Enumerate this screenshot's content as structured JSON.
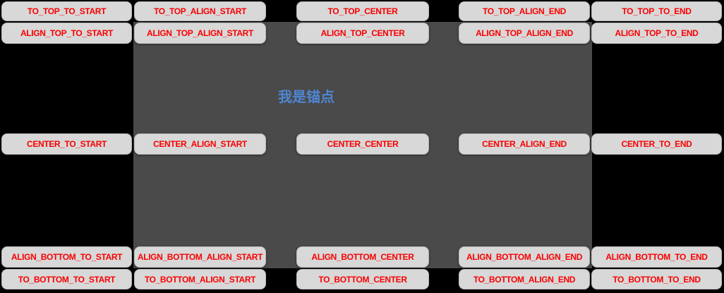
{
  "page": {
    "background": "#000000"
  },
  "anchor": {
    "label": "我是锚点",
    "label_color": "#4f86d3",
    "background": "#4a4a4a"
  },
  "buttons": {
    "text_color": "#fa0000",
    "background": "#d8d8d8",
    "rows": [
      {
        "placement": "to-top",
        "labels": [
          "TO_TOP_TO_START",
          "TO_TOP_ALIGN_START",
          "TO_TOP_CENTER",
          "TO_TOP_ALIGN_END",
          "TO_TOP_TO_END"
        ]
      },
      {
        "placement": "align-top",
        "labels": [
          "ALIGN_TOP_TO_START",
          "ALIGN_TOP_ALIGN_START",
          "ALIGN_TOP_CENTER",
          "ALIGN_TOP_ALIGN_END",
          "ALIGN_TOP_TO_END"
        ]
      },
      {
        "placement": "center",
        "labels": [
          "CENTER_TO_START",
          "CENTER_ALIGN_START",
          "CENTER_CENTER",
          "CENTER_ALIGN_END",
          "CENTER_TO_END"
        ]
      },
      {
        "placement": "align-bottom",
        "labels": [
          "ALIGN_BOTTOM_TO_START",
          "ALIGN_BOTTOM_ALIGN_START",
          "ALIGN_BOTTOM_CENTER",
          "ALIGN_BOTTOM_ALIGN_END",
          "ALIGN_BOTTOM_TO_END"
        ]
      },
      {
        "placement": "to-bottom",
        "labels": [
          "TO_BOTTOM_TO_START",
          "TO_BOTTOM_ALIGN_START",
          "TO_BOTTOM_CENTER",
          "TO_BOTTOM_ALIGN_END",
          "TO_BOTTOM_TO_END"
        ]
      }
    ]
  }
}
